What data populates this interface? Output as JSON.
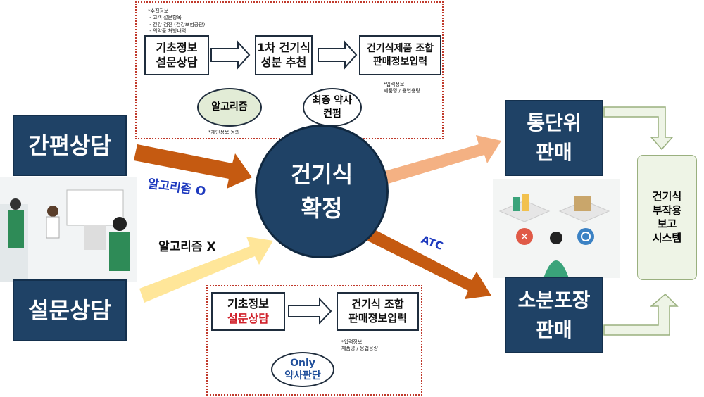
{
  "top_panel": {
    "collect_note": "*수집정보\n - 고객 설문항목\n - 건강 검진 (건강보험공단)\n - 의약품 처방내역",
    "box1": "기초정보\n설문상담",
    "box2": "1차 건기식\n성분 추천",
    "box3": "건기식제품 조합\n판매정보입력",
    "input_note": "*입력정보\n제품명 / 용법용량",
    "oval_algorithm": "알고리즘",
    "oval_confirm": "최종 약사\n컨펌",
    "consent_note": "*개인정보 동의"
  },
  "bottom_panel": {
    "box1_line1": "기초정보",
    "box1_line2": "설문상담",
    "box2": "건기식 조합\n판매정보입력",
    "input_note": "*입력정보\n제품명 / 용법용량",
    "oval": "Only\n약사판단"
  },
  "left": {
    "simple": "간편상담",
    "survey": "설문상담"
  },
  "center": "건기식\n확정",
  "arrows": {
    "algo_o": "알고리즘 O",
    "algo_x": "알고리즘 X",
    "atc": "ATC"
  },
  "right": {
    "unit_sale": "통단위\n판매",
    "portion_sale": "소분포장\n판매",
    "report": "건기식\n부작용\n보고\n시스템"
  },
  "colors": {
    "navy": "#1f4266",
    "accent_blue": "#1f3bbf",
    "red": "#d0202a",
    "green_fill": "#e2ecd6"
  }
}
